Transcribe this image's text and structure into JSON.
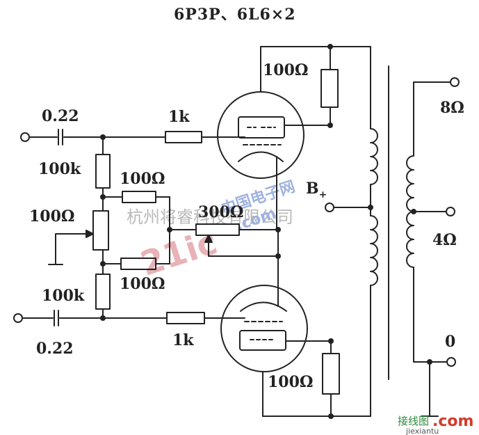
{
  "title": "6P3P、6L6×2",
  "components": {
    "cap_top": "0.22",
    "cap_bottom": "0.22",
    "r_100k_top": "100k",
    "r_100k_bottom": "100k",
    "r_pot_left": "100Ω",
    "r_100_mid_top": "100Ω",
    "r_100_mid_bottom": "100Ω",
    "r_300": "300Ω",
    "r_grid_top": "1k",
    "r_grid_bottom": "1k",
    "r_screen_top": "100Ω",
    "r_screen_bottom": "100Ω"
  },
  "supply": {
    "label": "B",
    "sub": "+"
  },
  "outputs": {
    "tap_8": "8Ω",
    "tap_4": "4Ω",
    "tap_0": "0"
  },
  "watermark": {
    "company": "杭州将睿科技有限公司",
    "brand_number": "21ic",
    "brand_cn": "中国电子网",
    "brand_com": ".com"
  },
  "logo": {
    "cn": "接线图",
    "com": ".com",
    "sub": "jiexiantu"
  },
  "colors": {
    "ink": "#222222",
    "watermark_red": "#e8b2b6",
    "watermark_blue": "#9fb2e0",
    "logo_red": "#d43a2a",
    "logo_green": "#2e8b3d"
  }
}
